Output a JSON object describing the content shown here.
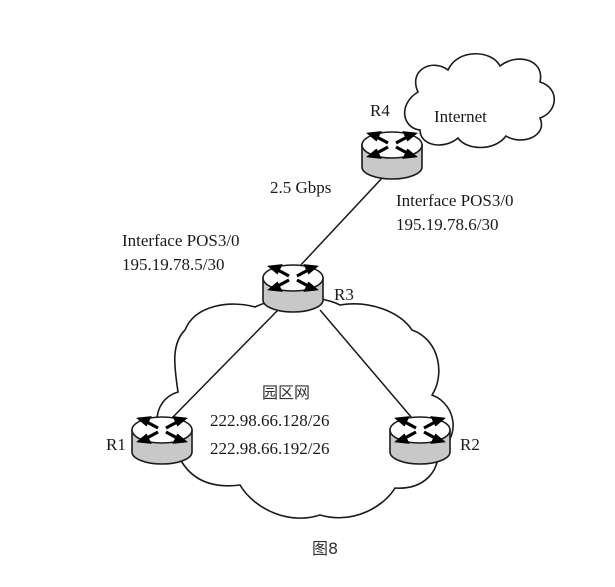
{
  "figure": {
    "caption": "图8",
    "nodes": [
      {
        "id": "R4",
        "label": "R4",
        "type": "router"
      },
      {
        "id": "R3",
        "label": "R3",
        "type": "router"
      },
      {
        "id": "R1",
        "label": "R1",
        "type": "router"
      },
      {
        "id": "R2",
        "label": "R2",
        "type": "router"
      }
    ],
    "clouds": {
      "internet": {
        "label": "Internet"
      },
      "campus": {
        "label": "园区网",
        "subnets": [
          "222.98.66.128/26",
          "222.98.66.192/26"
        ]
      }
    },
    "links": [
      {
        "from": "R3",
        "to": "R4",
        "label": "2.5 Gbps"
      },
      {
        "from": "R3",
        "to": "R1"
      },
      {
        "from": "R3",
        "to": "R2"
      }
    ],
    "interfaces": {
      "r4": {
        "name": "Interface POS3/0",
        "ip": "195.19.78.6/30"
      },
      "r3": {
        "name": "Interface POS3/0",
        "ip": "195.19.78.5/30"
      }
    }
  },
  "colors": {
    "stroke": "#1a1a1a",
    "router_side": "#c8c8c8",
    "router_top": "#ffffff"
  }
}
